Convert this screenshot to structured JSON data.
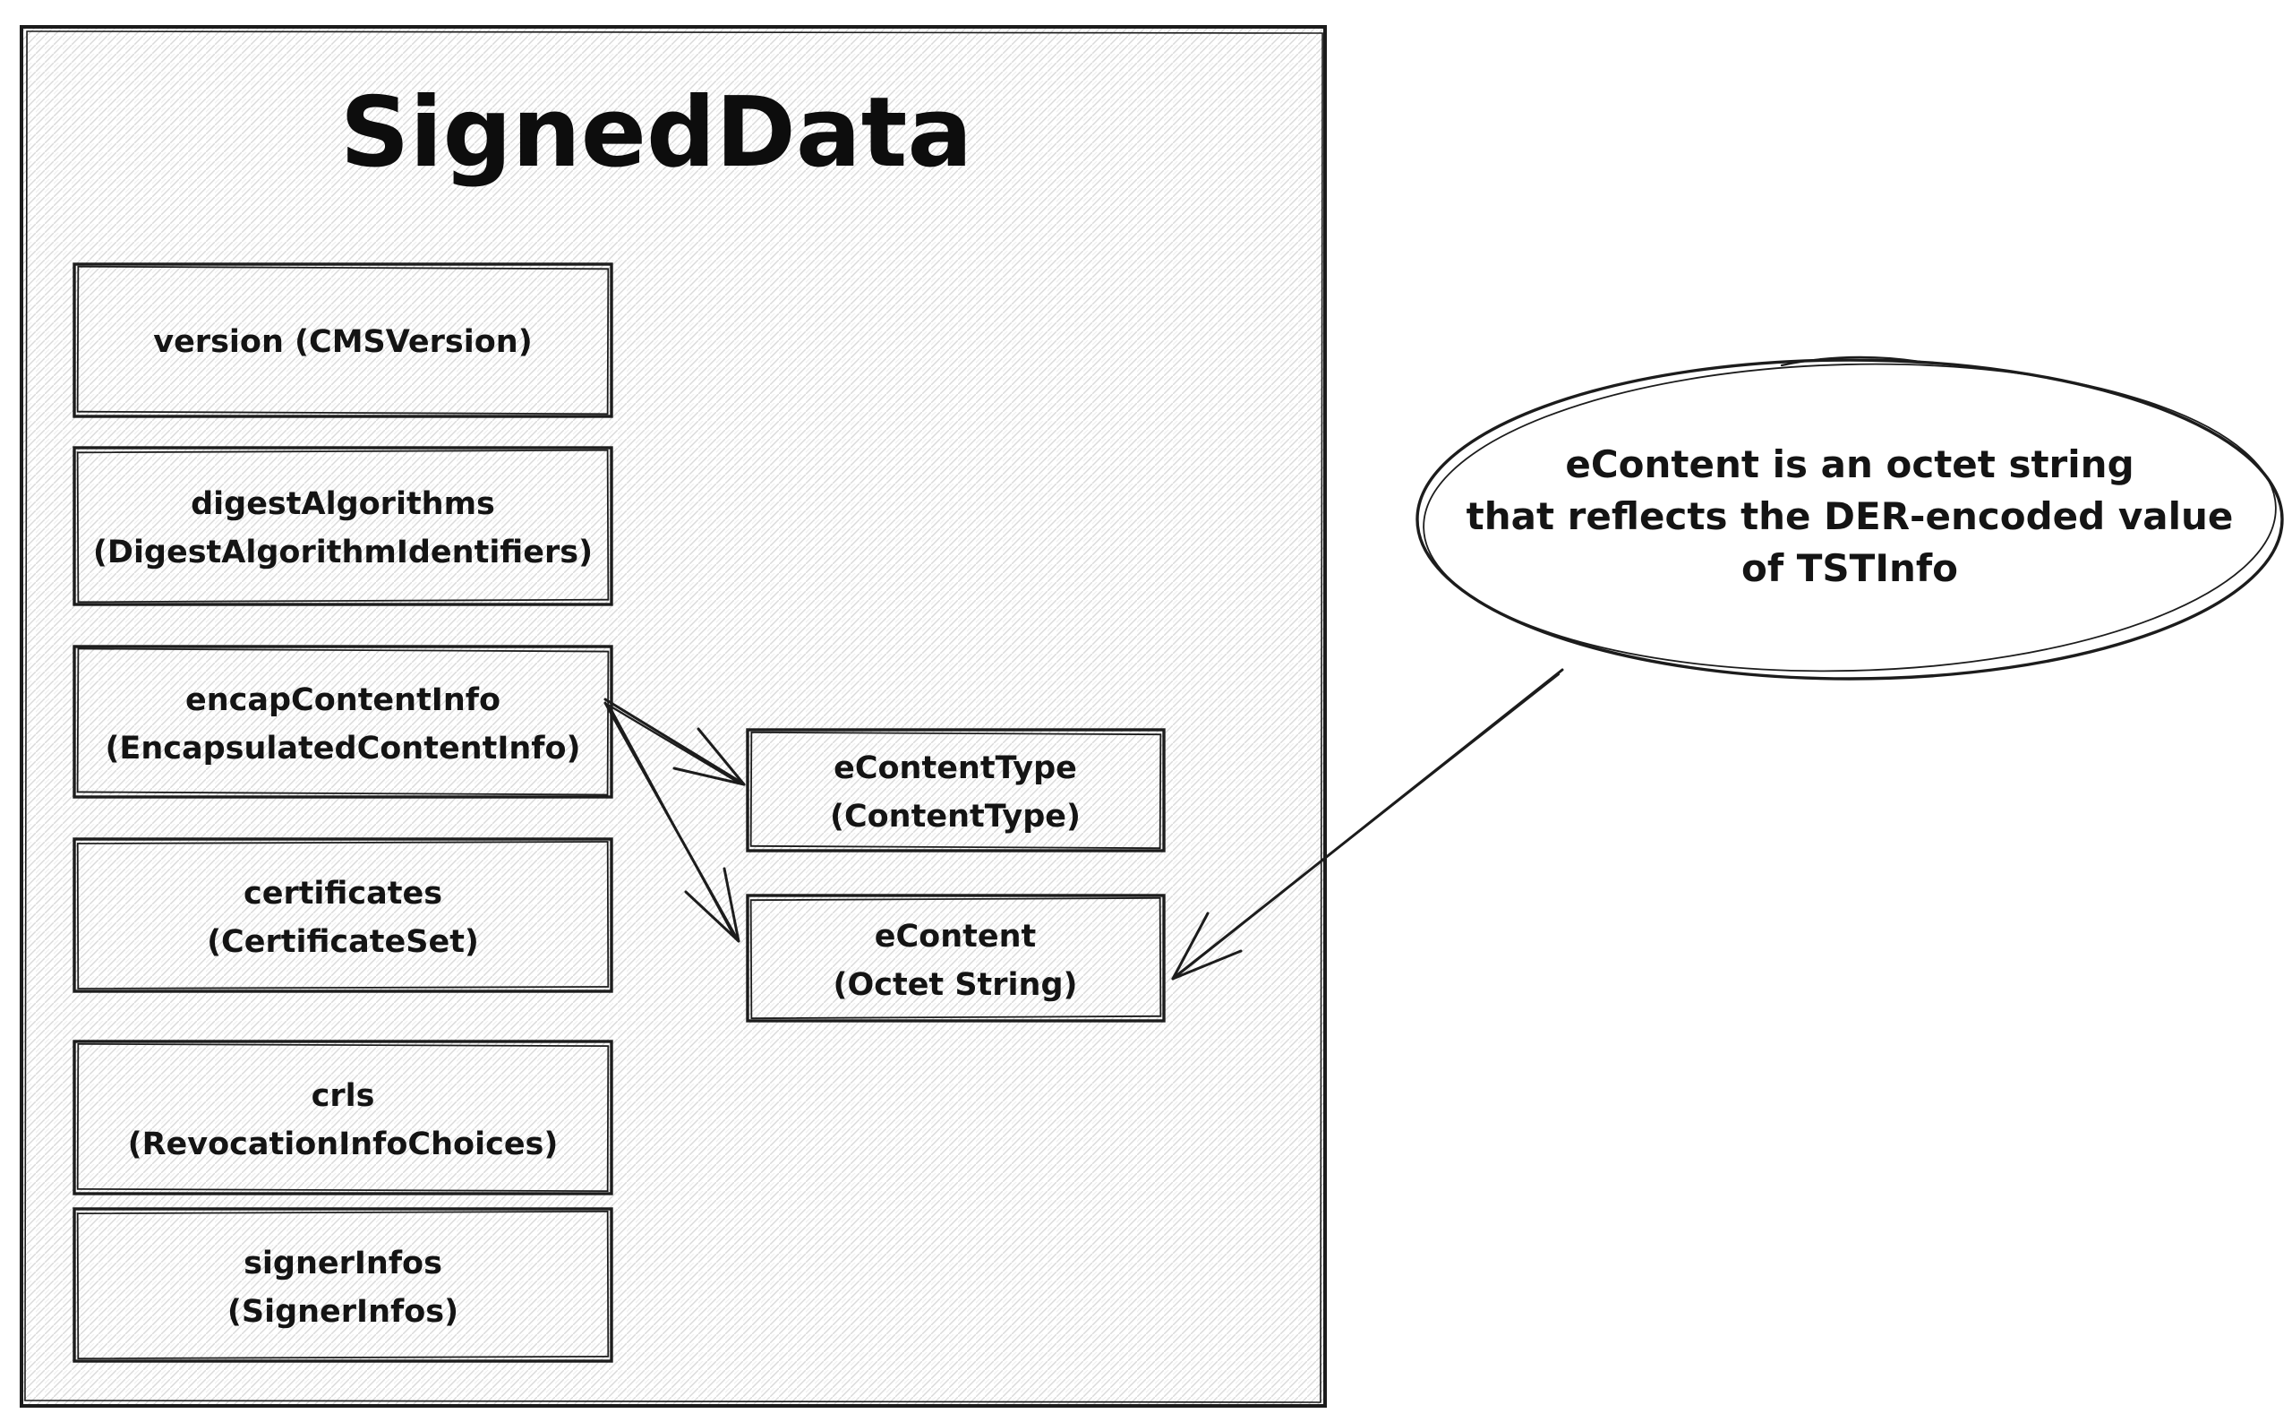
{
  "diagram": {
    "title": "SignedData",
    "container_boxes": [
      {
        "id": "version",
        "line1": "version (CMSVersion)",
        "line2": "",
        "highlighted": false
      },
      {
        "id": "digestAlgorithms",
        "line1": "digestAlgorithms",
        "line2": "(DigestAlgorithmIdentifiers)",
        "highlighted": false
      },
      {
        "id": "encapContentInfo",
        "line1": "encapContentInfo",
        "line2": "(EncapsulatedContentInfo)",
        "highlighted": true
      },
      {
        "id": "certificates",
        "line1": "certificates",
        "line2": "(CertificateSet)",
        "highlighted": false
      },
      {
        "id": "crls",
        "line1": "crls",
        "line2": "(RevocationInfoChoices)",
        "highlighted": false
      },
      {
        "id": "signerInfos",
        "line1": "signerInfos",
        "line2": "(SignerInfos)",
        "highlighted": false
      }
    ],
    "detail_boxes": [
      {
        "id": "eContentType",
        "line1": "eContentType",
        "line2": "(ContentType)"
      },
      {
        "id": "eContent",
        "line1": "eContent",
        "line2": "(Octet String)"
      }
    ],
    "note": {
      "line1": "eContent is an octet string",
      "line2": "that reflects the DER-encoded value",
      "line3": "of TSTInfo"
    },
    "colors": {
      "stroke": "#1b1b1b",
      "highlight_hatch": "#f5a42a",
      "background_hatch": "#dadada"
    }
  }
}
